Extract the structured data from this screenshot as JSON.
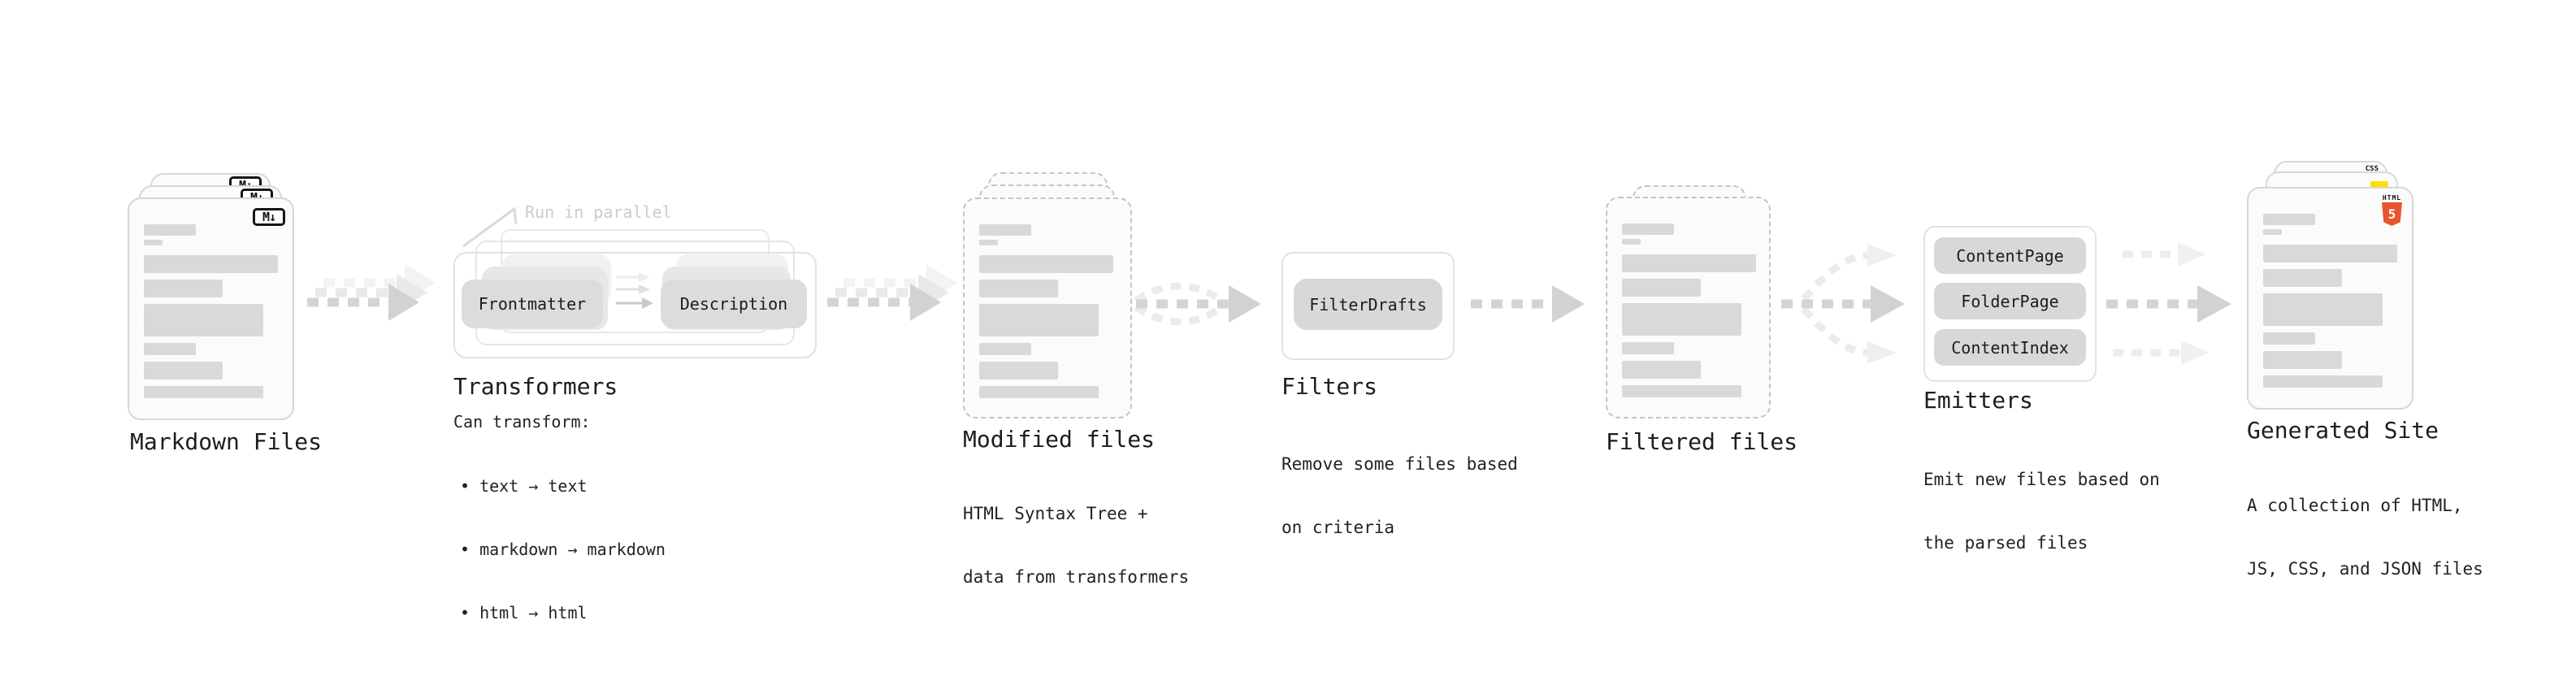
{
  "stages": {
    "markdown": {
      "title": "Markdown Files",
      "badge": "M↓"
    },
    "transformers": {
      "title": "Transformers",
      "note": "Run in parallel",
      "button_left": "Frontmatter",
      "button_right": "Description",
      "heading": "Can transform:",
      "bullet1": "• text → text",
      "bullet2": "• markdown → markdown",
      "bullet3": "• html → html"
    },
    "modified": {
      "title": "Modified files",
      "subtitle1": "HTML Syntax Tree +",
      "subtitle2": "data from transformers"
    },
    "filters": {
      "title": "Filters",
      "button": "FilterDrafts",
      "subtitle1": "Remove some files based",
      "subtitle2": "on criteria"
    },
    "filtered": {
      "title": "Filtered files"
    },
    "emitters": {
      "title": "Emitters",
      "button1": "ContentPage",
      "button2": "FolderPage",
      "button3": "ContentIndex",
      "subtitle1": "Emit new files based on",
      "subtitle2": "the parsed files"
    },
    "generated": {
      "title": "Generated Site",
      "subtitle1": "A collection of HTML,",
      "subtitle2": "JS, CSS, and JSON files",
      "badge_css": "CSS",
      "badge_html_word": "HTML",
      "badge_html_five": "5"
    }
  },
  "colors": {
    "html5_orange": "#e8552e",
    "js_yellow": "#ffe000",
    "css_blue": "#2961ff",
    "placeholder_bar": "#d9d9d9",
    "arrow_main": "#d4d4d4",
    "arrow_ghost": "#ececec",
    "note_gray": "#cccccc"
  }
}
